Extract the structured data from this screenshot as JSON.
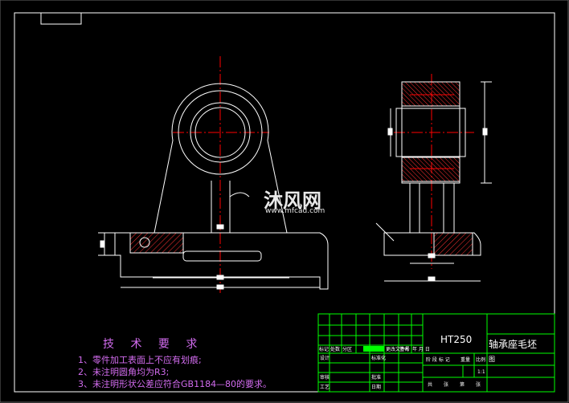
{
  "title_block": {
    "material": "HT250",
    "part_name": "轴承座毛坯",
    "scale": "1:1",
    "sheet_char": "图",
    "row_labels": [
      "设计",
      "审核",
      "工艺"
    ],
    "mid_labels": [
      "标准化",
      "批准",
      "日期"
    ],
    "header_cells": [
      "标记",
      "处数",
      "分区",
      "更改文件号",
      "签名",
      "年 月 日"
    ],
    "stage_cells": [
      "阶 段 标 记",
      "重量",
      "比例"
    ],
    "sheet_cells": [
      "共",
      "张",
      "第",
      "张"
    ]
  },
  "tech_requirements": {
    "title": "技 术 要 求",
    "items": [
      "1、零件加工表面上不应有划痕;",
      "2、未注明圆角均为R3;",
      "3、未注明形状公差应符合GB1184—80的要求。"
    ]
  },
  "watermark": {
    "brand": "沐风网",
    "url": "www.mfcad.com"
  },
  "colors": {
    "background": "#000000",
    "outline": "#ffffff",
    "center_line": "#ff0000",
    "dimension": "#ffffff",
    "hatch": "#ff3030",
    "text": "#d36cf0",
    "title_grid": "#00ff00"
  }
}
